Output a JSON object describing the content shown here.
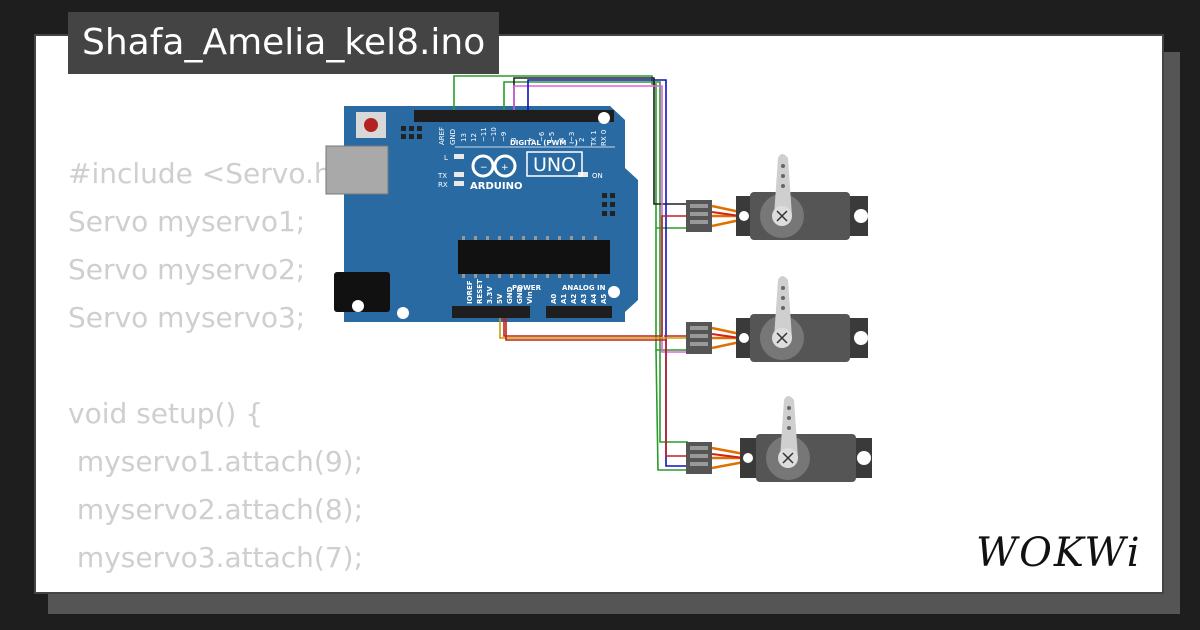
{
  "window": {
    "title": "Shafa_Amelia_kel8.ino"
  },
  "code": {
    "lines": [
      "#include <Servo.h>",
      "Servo myservo1;",
      "Servo myservo2;",
      "Servo myservo3;",
      "",
      "void setup() {",
      " myservo1.attach(9);",
      " myservo2.attach(8);",
      " myservo3.attach(7);"
    ]
  },
  "board": {
    "brand": "ARDUINO",
    "model": "UNO",
    "header_digital": "DIGITAL (PWM ~)",
    "header_power": "POWER",
    "header_analog": "ANALOG IN",
    "led_l": "L",
    "led_tx": "TX",
    "led_rx": "RX",
    "led_on": "ON",
    "digital_pins": [
      "AREF",
      "GND",
      "13",
      "12",
      "~11",
      "~10",
      "~9",
      "8",
      "7",
      "~6",
      "~5",
      "4",
      "~3",
      "2",
      "TX 1",
      "RX 0"
    ],
    "power_pins": [
      "IOREF",
      "RESET",
      "3.3V",
      "5V",
      "GND",
      "GND",
      "Vin"
    ],
    "analog_pins": [
      "A0",
      "A1",
      "A2",
      "A3",
      "A4",
      "A5"
    ]
  },
  "brand": {
    "logo_text": "WOKWi"
  },
  "colors": {
    "board": "#2a6aa3",
    "wire_gnd": "#2a9c2a",
    "wire_5v": "#c8a000",
    "wire_signal_1": "#1010c0",
    "wire_signal_2": "#e060e0",
    "wire_signal_3": "#202020",
    "servo_body": "#4a4a4a"
  }
}
